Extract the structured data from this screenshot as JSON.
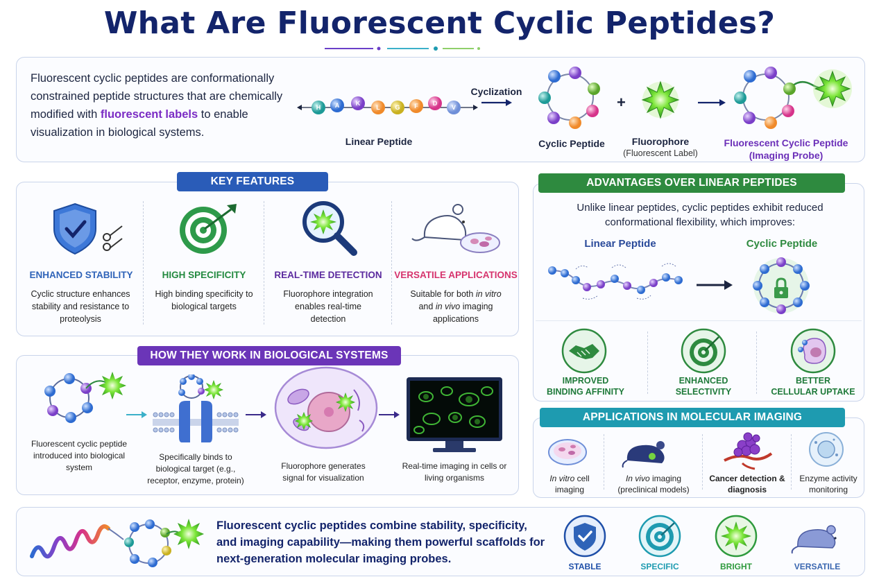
{
  "title": "What Are Fluorescent Cyclic Peptides?",
  "intro": {
    "text_before": "Fluorescent cyclic peptides are conformationally constrained peptide structures that are chemically modified with ",
    "highlight": "fluorescent labels",
    "text_after": " to enable visualization in biological systems.",
    "residues": [
      "H",
      "A",
      "K",
      "L",
      "G",
      "F",
      "D",
      "V"
    ],
    "cyclization_label": "Cyclization",
    "linear_label": "Linear Peptide",
    "cyclic_label": "Cyclic Peptide",
    "plus": "+",
    "fluorophore_label": "Fluorophore",
    "fluorophore_sub": "(Fluorescent Label)",
    "probe_label": "Fluorescent Cyclic Peptide",
    "probe_sub": "(Imaging Probe)"
  },
  "key_features": {
    "header": "KEY FEATURES",
    "items": [
      {
        "title": "ENHANCED STABILITY",
        "desc": "Cyclic structure enhances stability and resistance to proteolysis",
        "color": "#2f63b8"
      },
      {
        "title": "HIGH SPECIFICITY",
        "desc": "High binding specificity to biological targets",
        "color": "#238a3f"
      },
      {
        "title": "REAL-TIME DETECTION",
        "desc": "Fluorophore integration enables real-time detection",
        "color": "#5b2a9e"
      },
      {
        "title": "VERSATILE APPLICATIONS",
        "desc_a": "Suitable for both ",
        "desc_i1": "in vitro",
        "desc_b": " and ",
        "desc_i2": "in vivo",
        "desc_c": " imaging applications",
        "color": "#d6336c"
      }
    ]
  },
  "how": {
    "header": "HOW THEY WORK IN BIOLOGICAL SYSTEMS",
    "steps": [
      "Fluorescent cyclic peptide introduced into biological system",
      "Specifically binds to biological target (e.g., receptor, enzyme, protein)",
      "Fluorophore generates signal for visualization",
      "Real-time imaging in cells or living organisms"
    ]
  },
  "advantages": {
    "header": "ADVANTAGES OVER LINEAR PEPTIDES",
    "intro": "Unlike linear peptides, cyclic peptides exhibit reduced conformational flexibility, which improves:",
    "linear_label": "Linear Peptide",
    "cyclic_label": "Cyclic Peptide",
    "items": [
      {
        "line1": "IMPROVED",
        "line2": "BINDING AFFINITY"
      },
      {
        "line1": "ENHANCED",
        "line2": "SELECTIVITY"
      },
      {
        "line1": "BETTER",
        "line2": "CELLULAR UPTAKE"
      }
    ]
  },
  "applications": {
    "header": "APPLICATIONS IN MOLECULAR IMAGING",
    "items": [
      {
        "ital": "In vitro",
        "rest": " cell imaging"
      },
      {
        "ital": "In vivo",
        "rest": " imaging (preclinical models)"
      },
      {
        "ital": "",
        "rest": "Cancer detection & diagnosis",
        "bold": true
      },
      {
        "ital": "",
        "rest": "Enzyme activity monitoring"
      }
    ]
  },
  "summary": {
    "text": "Fluorescent cyclic peptides combine stability, specificity, and imaging capability—making them powerful scaffolds for next-generation molecular imaging probes.",
    "badges": [
      {
        "label": "STABLE",
        "color": "#1f4fa8"
      },
      {
        "label": "SPECIFIC",
        "color": "#1e9bb0"
      },
      {
        "label": "BRIGHT",
        "color": "#2e9a3d"
      },
      {
        "label": "VERSATILE",
        "color": "#3a66b0"
      }
    ]
  }
}
